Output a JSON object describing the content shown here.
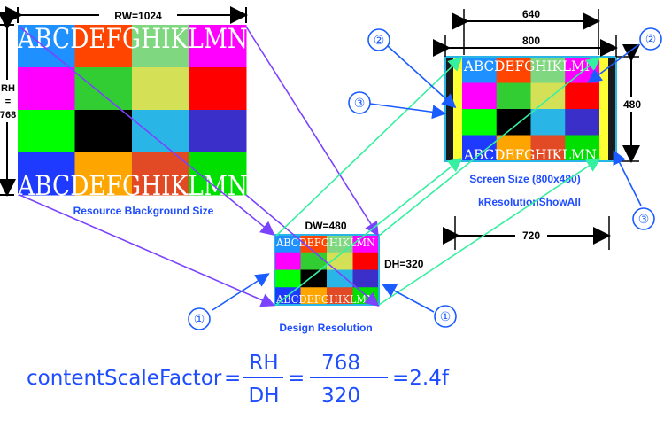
{
  "colors": {
    "row1": [
      "#1e90ff",
      "#ff4500",
      "#7fd77f",
      "#ff00ff"
    ],
    "row2": [
      "#ff00ff",
      "#32cd32",
      "#d4e157",
      "#ff0000"
    ],
    "row3": [
      "#00ff00",
      "#000000",
      "#29b6e6",
      "#3a2fc8"
    ],
    "row4": [
      "#1e3aff",
      "#ffa500",
      "#e14a24",
      "#00e000"
    ],
    "label_blue": "#1e4cff",
    "purple_arrow": "#7b43ff",
    "green_arrow": "#34f0a0",
    "blue_arrow": "#1a5cff",
    "side_bar_dark": "#1a1a1a",
    "side_bar_yellow": "#ffff33"
  },
  "banner_text": "ABCDEFGHIKLMN",
  "resource": {
    "width_label": "RW=1024",
    "height_label_lines": [
      "RH",
      "=",
      "768"
    ],
    "caption": "Resource Blackground Size"
  },
  "design": {
    "width_label": "DW=480",
    "height_label": "DH=320",
    "caption": "Design Resolution"
  },
  "screen": {
    "width_640": "640",
    "width_800": "800",
    "height_480": "480",
    "width_720": "720",
    "caption_size": "Screen Size (800x480)",
    "caption_policy": "kResolutionShowAll"
  },
  "callouts": {
    "one": "①",
    "two": "②",
    "three": "③"
  },
  "formula": {
    "lhs": "contentScaleFactor",
    "eq": "=",
    "num1": "RH",
    "den1": "DH",
    "num2": "768",
    "den2": "320",
    "result": "=2.4f"
  }
}
